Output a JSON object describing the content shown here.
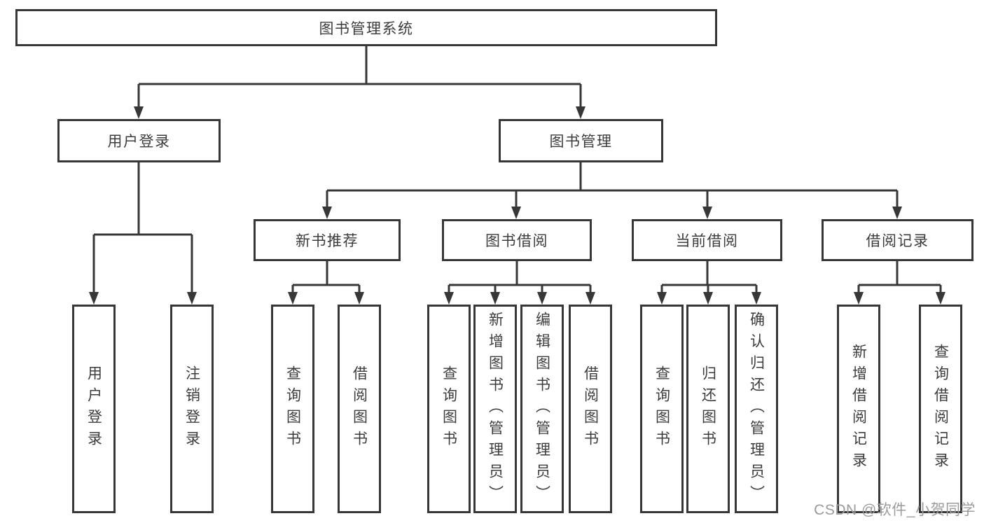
{
  "tree": {
    "root": "图书管理系统",
    "children": [
      {
        "label": "用户登录",
        "children": [
          "用户登录",
          "注销登录"
        ]
      },
      {
        "label": "图书管理",
        "children": [
          {
            "label": "新书推荐",
            "children": [
              "查询图书",
              "借阅图书"
            ]
          },
          {
            "label": "图书借阅",
            "children": [
              "查询图书",
              "新增图书（管理员）",
              "编辑图书（管理员）",
              "借阅图书"
            ]
          },
          {
            "label": "当前借阅",
            "children": [
              "查询图书",
              "归还图书",
              "确认归还（管理员）"
            ]
          },
          {
            "label": "借阅记录",
            "children": [
              "新增借阅记录",
              "查询借阅记录"
            ]
          }
        ]
      }
    ]
  },
  "watermark": "CSDN @软件_小贺同学",
  "colors": {
    "line": "#373737",
    "text": "#3c3c3c",
    "watermark": "#9b9b9b",
    "background": "#ffffff"
  }
}
